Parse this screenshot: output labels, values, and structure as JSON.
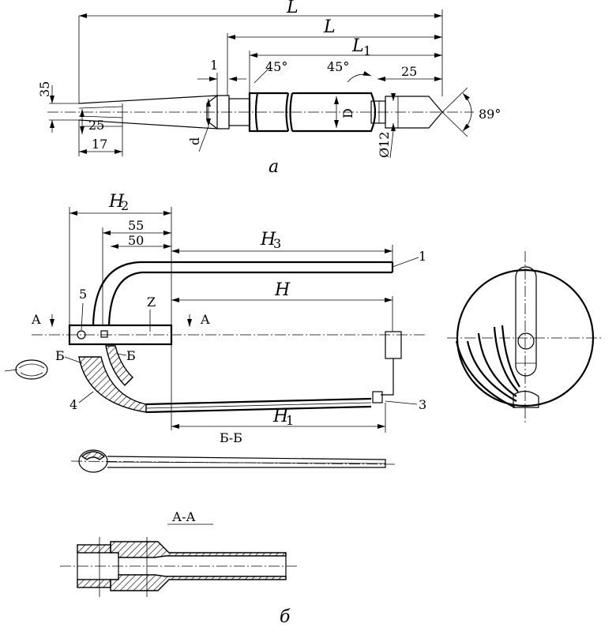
{
  "labels": {
    "L_top": "L",
    "L_mid": "L",
    "L1": "L",
    "L1_sub": "1",
    "d1": "1",
    "a45_left": "45°",
    "a45_right": "45°",
    "d25_right": "25",
    "d35": "35",
    "d25_left": "25",
    "d17": "17",
    "d_small": "d",
    "D": "D",
    "phi12": "Ø12",
    "a89": "89°",
    "fig_a": "а",
    "H2": "H",
    "H2_sub": "2",
    "d55": "55",
    "d50": "50",
    "H3": "H",
    "H3_sub": "3",
    "n1": "1",
    "n5": "5",
    "Z": "Z",
    "A_left": "A",
    "A_right": "A",
    "H": "H",
    "B_left": "Б",
    "B_right": "Б",
    "n4": "4",
    "n3": "3",
    "H1": "H",
    "H1_sub": "1",
    "section_BB": "Б-Б",
    "section_AA": "А-А",
    "fig_b": "б"
  }
}
